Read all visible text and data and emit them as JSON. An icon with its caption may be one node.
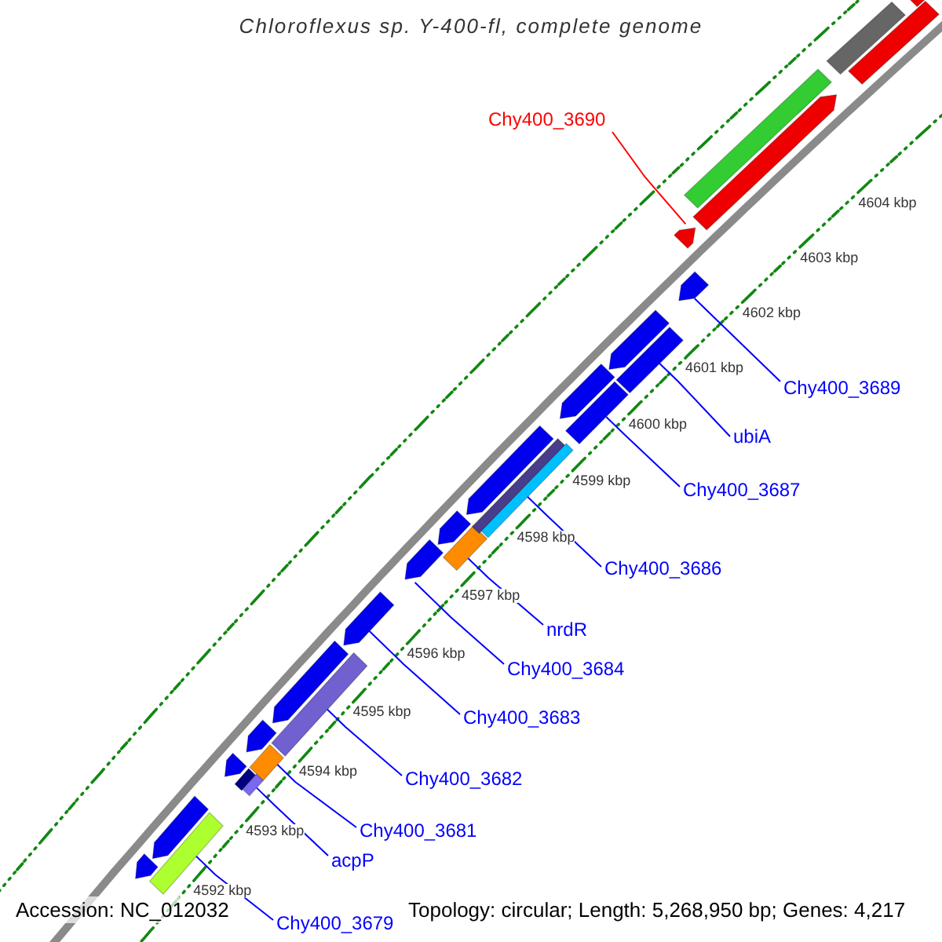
{
  "diagram": {
    "title": "Chloroflexus sp. Y-400-fl, complete genome",
    "nodes": [
      {
        "text": [
          "Chy400_3690"
        ]
      },
      {
        "text": [
          "Chy400_3689"
        ]
      },
      {
        "text": [
          "ubiA"
        ]
      },
      {
        "text": [
          "Chy400_3687"
        ]
      },
      {
        "text": [
          "Chy400_3686"
        ]
      },
      {
        "text": [
          "nrdR"
        ]
      },
      {
        "text": [
          "Chy400_3684"
        ]
      },
      {
        "text": [
          "Chy400_3683"
        ]
      },
      {
        "text": [
          "Chy400_3682"
        ]
      },
      {
        "text": [
          "Chy400_3681"
        ]
      },
      {
        "text": [
          "acpP"
        ]
      },
      {
        "text": [
          "Chy400_3679"
        ]
      },
      {
        "text": [],
        "shape": "bar"
      },
      {
        "text": [],
        "shape": "arrow"
      },
      {
        "text": [],
        "shape": "arrow"
      },
      {
        "text": [],
        "shape": "arrow"
      },
      {
        "text": [],
        "shape": "bar"
      },
      {
        "text": [],
        "shape": "bar"
      },
      {
        "text": [],
        "shape": "bar"
      },
      {
        "text": [],
        "shape": "arrow"
      },
      {
        "text": [],
        "shape": "bar"
      },
      {
        "text": [],
        "shape": "arrow"
      },
      {
        "text": [],
        "shape": "arrow"
      },
      {
        "text": [],
        "shape": "arrow"
      },
      {
        "text": [],
        "shape": "bar"
      },
      {
        "text": [],
        "shape": "arrow"
      },
      {
        "text": [],
        "shape": "bar"
      },
      {
        "text": [],
        "shape": "bar"
      },
      {
        "text": [],
        "shape": "arrow"
      },
      {
        "text": [],
        "shape": "bar"
      },
      {
        "text": [],
        "shape": "arrow"
      },
      {
        "text": [],
        "shape": "bar"
      },
      {
        "text": [],
        "shape": "arrow"
      },
      {
        "text": [],
        "shape": "arrow"
      },
      {
        "text": [],
        "shape": "arrow"
      },
      {
        "text": [],
        "shape": "arrow"
      },
      {
        "text": [],
        "shape": "bar"
      },
      {
        "text": [],
        "shape": "bar"
      },
      {
        "text": [],
        "shape": "bar"
      },
      {
        "text": [],
        "shape": "bar"
      }
    ],
    "edges": [
      {
        "from": 0,
        "to": 34,
        "arrow": "none",
        "color": "#ff0000"
      },
      {
        "from": 1,
        "to": 33,
        "arrow": "none"
      },
      {
        "from": 2,
        "to": 31,
        "arrow": "none"
      },
      {
        "from": 3,
        "to": 29,
        "arrow": "none"
      },
      {
        "from": 4,
        "to": 27,
        "arrow": "none"
      },
      {
        "from": 5,
        "to": 24,
        "arrow": "none"
      },
      {
        "from": 6,
        "to": 23,
        "arrow": "none"
      },
      {
        "from": 7,
        "to": 22,
        "arrow": "none"
      },
      {
        "from": 8,
        "to": 20,
        "arrow": "none"
      },
      {
        "from": 9,
        "to": 18,
        "arrow": "none"
      },
      {
        "from": 10,
        "to": 17,
        "arrow": "none"
      },
      {
        "from": 11,
        "to": 12,
        "arrow": "none"
      }
    ],
    "labels": [
      "4604 kbp",
      "4603 kbp",
      "4602 kbp",
      "4601 kbp",
      "4600 kbp",
      "4599 kbp",
      "4598 kbp",
      "4597 kbp",
      "4596 kbp",
      "4595 kbp",
      "4594 kbp",
      "4593 kbp",
      "4592 kbp",
      "Accession: NC_012032",
      "Topology: circular; Length: 5,268,950 bp; Genes: 4,217"
    ]
  }
}
